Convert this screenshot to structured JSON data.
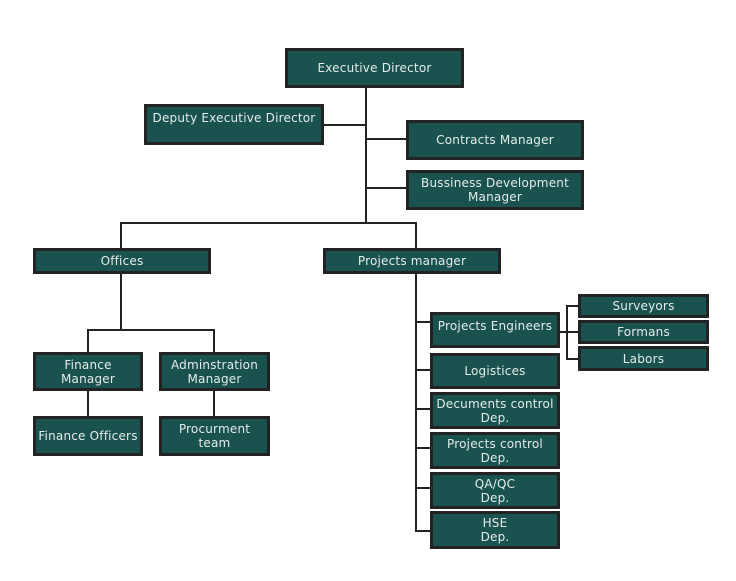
{
  "chart": {
    "title": "",
    "nodes": {
      "executive_director": "Executive Director",
      "deputy_executive_director": "Deputy Executive Director",
      "contracts_manager": "Contracts Manager",
      "business_development_manager": "Bussiness Development\nManager",
      "offices": "Offices",
      "projects_manager": "Projects manager",
      "finance_manager": "Finance\nManager",
      "administration_manager": "Adminstration\nManager",
      "finance_officers": "Finance Officers",
      "procurement_team": "Procurment\nteam",
      "projects_engineers": "Projects Engineers",
      "surveyors": "Surveyors",
      "formans": "Formans",
      "labors": "Labors",
      "logistics": "Logistices",
      "documents_control": "Decuments control\nDep.",
      "projects_control": "Projects control\nDep.",
      "qa_qc": "QA/QC\nDep.",
      "hse": "HSE\nDep."
    },
    "colors": {
      "box_fill": "#1a524f",
      "box_border": "#232323",
      "text": "#e4ecea",
      "connector": "#232323"
    }
  }
}
